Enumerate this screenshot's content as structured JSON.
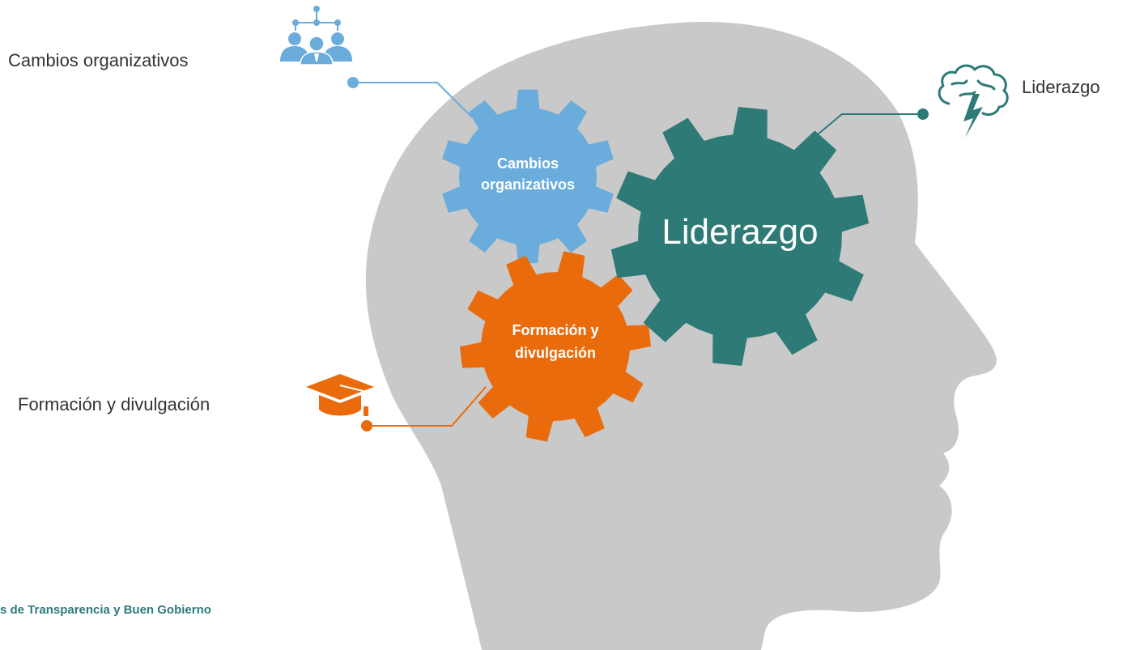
{
  "gears": {
    "cambios": {
      "line1": "Cambios",
      "line2": "organizativos"
    },
    "liderazgo": {
      "label": "Liderazgo"
    },
    "formacion": {
      "line1": "Formación y",
      "line2": "divulgación"
    }
  },
  "labels": {
    "cambios": "Cambios organizativos",
    "liderazgo": "Liderazgo",
    "formacion": "Formación y divulgación"
  },
  "footer": {
    "text": "s de Transparencia y Buen Gobierno"
  },
  "colors": {
    "head": "#c9c9c9",
    "cambios": "#6aacdb",
    "liderazgo": "#2d7a76",
    "formacion": "#e96b0c",
    "text": "#333333",
    "footer": "#2b7b78"
  },
  "icons": {
    "cambios": "organization-people-icon",
    "liderazgo": "brain-lightning-icon",
    "formacion": "graduation-cap-icon"
  }
}
